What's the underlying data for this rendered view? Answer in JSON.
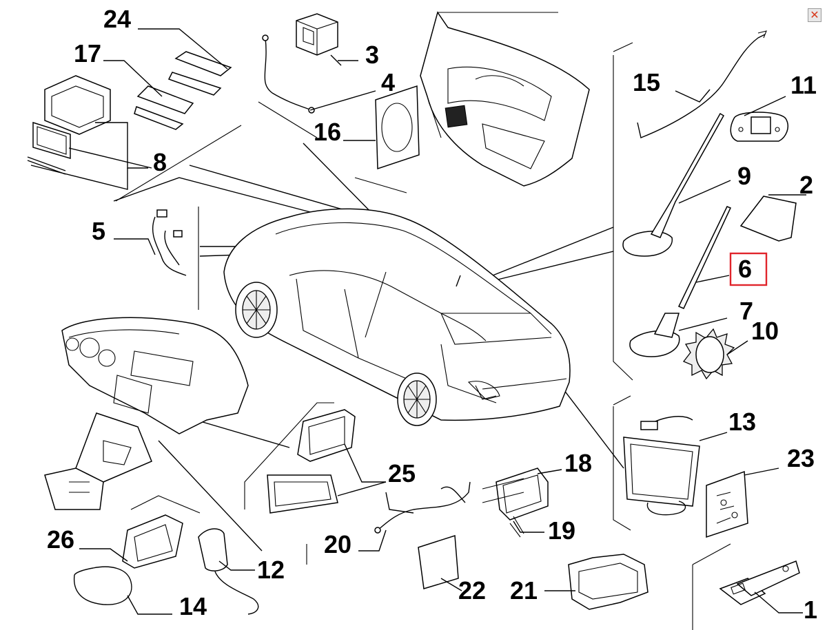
{
  "labels": {
    "p1": "1",
    "p2": "2",
    "p3": "3",
    "p4": "4",
    "p5": "5",
    "p6": "6",
    "p7": "7",
    "p8": "8",
    "p9": "9",
    "p10": "10",
    "p11": "11",
    "p12": "12",
    "p13": "13",
    "p14": "14",
    "p15": "15",
    "p16": "16",
    "p17": "17",
    "p18": "18",
    "p19": "19",
    "p20": "20",
    "p21": "21",
    "p22": "22",
    "p23": "23",
    "p24": "24",
    "p25": "25",
    "p26": "26"
  },
  "highlighted_part": "6",
  "colors": {
    "highlight": "#e0242b",
    "close_icon": "#d83b1e"
  },
  "close_icon": "x-icon"
}
